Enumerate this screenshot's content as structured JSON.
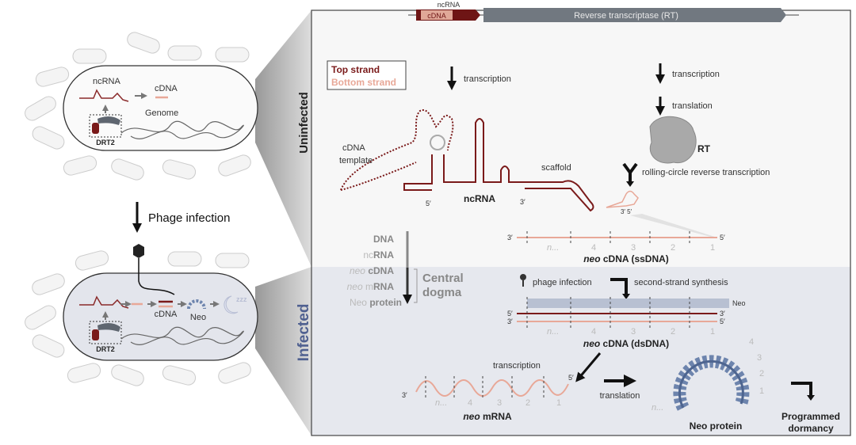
{
  "left": {
    "uninfected_cell": {
      "ncrna": "ncRNA",
      "cdna": "cDNA",
      "genome": "Genome",
      "drt2": "DRT2"
    },
    "phage_infection": "Phage infection",
    "infected_cell": {
      "cdna": "cDNA",
      "neo": "Neo",
      "drt2": "DRT2"
    }
  },
  "side_labels": {
    "uninfected": "Uninfected",
    "infected": "Infected"
  },
  "gene": {
    "ncrna": "ncRNA",
    "cdna": "cDNA",
    "rt": "Reverse transcriptase (RT)"
  },
  "legend": {
    "top": "Top strand",
    "bottom": "Bottom strand"
  },
  "uninfected": {
    "transcription_left": "transcription",
    "transcription_right": "transcription",
    "translation": "translation",
    "rt": "RT",
    "cdna_template_1": "cDNA",
    "cdna_template_2": "template",
    "scaffold": "scaffold",
    "ncrna": "ncRNA",
    "five_prime": "5′",
    "three_prime": "3′",
    "rolling_circle": "rolling-circle reverse transcription",
    "circle_ends": "3′ 5′",
    "ssdna_label_italic": "neo",
    "ssdna_label": " cDNA (ssDNA)"
  },
  "dogma": {
    "items": [
      {
        "italic": "",
        "light": "",
        "bold": "DNA"
      },
      {
        "italic": "",
        "light": "nc",
        "bold": "RNA"
      },
      {
        "italic": "neo",
        "light": " ",
        "bold": "cDNA"
      },
      {
        "italic": "neo",
        "light": " m",
        "bold": "RNA"
      },
      {
        "italic": "",
        "light": "Neo ",
        "bold": "protein"
      }
    ],
    "central": "Central",
    "dogma": "dogma"
  },
  "infected": {
    "phage_infection": "phage infection",
    "second_strand": "second-strand synthesis",
    "neo": "Neo",
    "dsdna_label_italic": "neo",
    "dsdna_label": " cDNA (dsDNA)",
    "transcription": "transcription",
    "translation": "translation",
    "mrna_label_italic": "neo",
    "mrna_label": " mRNA",
    "neo_protein": "Neo protein",
    "dormancy_1": "Programmed",
    "dormancy_2": "dormancy"
  },
  "repeat_numbers": [
    "n...",
    "4",
    "3",
    "2",
    "1"
  ],
  "ends": {
    "five": "5′",
    "three": "3′"
  },
  "colors": {
    "top_strand": "#7a1a1a",
    "bottom_strand": "#e8a898",
    "rt": "#6f7680",
    "neo": "#6d84ad",
    "infected_bg": "#e6e8ee"
  }
}
